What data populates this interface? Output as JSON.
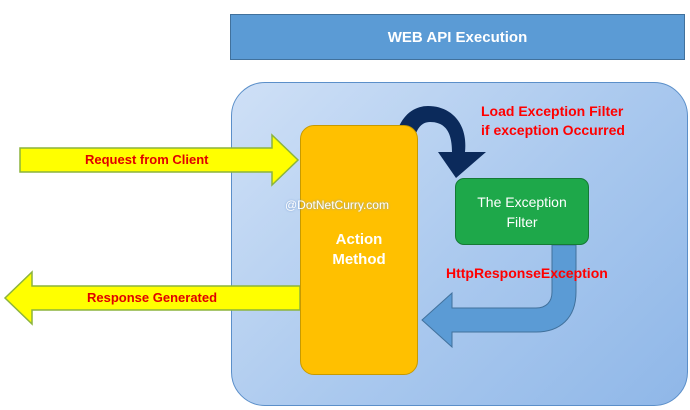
{
  "header": {
    "title": "WEB API Execution"
  },
  "action_method": {
    "line1": "Action",
    "line2": "Method"
  },
  "exception_filter": {
    "line1": "The Exception",
    "line2": "Filter"
  },
  "labels": {
    "load_filter_line1": "Load Exception Filter",
    "load_filter_line2": "if exception Occurred",
    "http_response_exception": "HttpResponseException",
    "request": "Request from Client",
    "response": "Response Generated"
  },
  "watermark": "@DotNetCurry.com",
  "colors": {
    "header": "#5b9bd5",
    "action_method": "#ffc000",
    "exception_filter": "#1ea84a",
    "arrows_client": "#ffff00",
    "curved_arrow": "#0b2a5b",
    "return_arrow": "#5b9bd5",
    "label_text": "#ff0000"
  }
}
